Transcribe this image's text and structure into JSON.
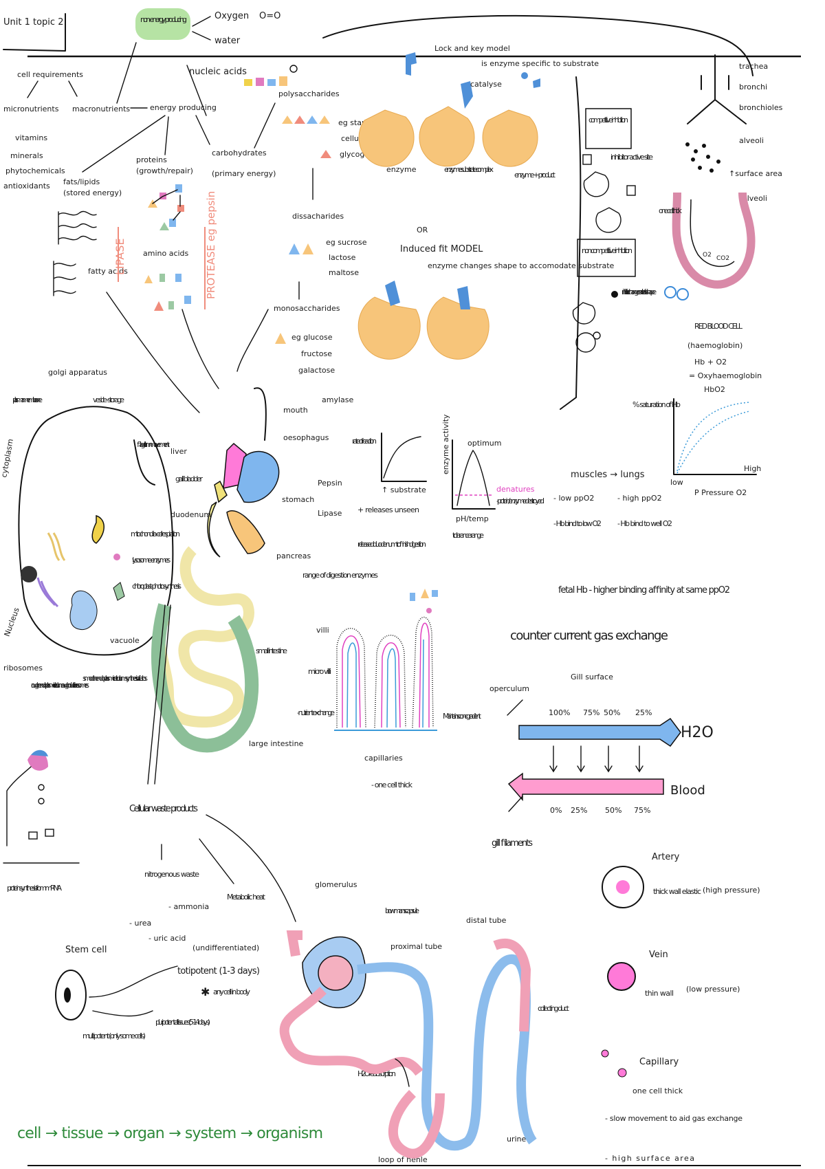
{
  "header": {
    "unit_title": "Unit 1 topic 2",
    "non_energy": "non-energy producing",
    "oxygen": "Oxygen",
    "oxygen_formula": "O=O",
    "water": "water",
    "nucleic_acids": "nucleic acids"
  },
  "nutrition": {
    "cell_requirements": "cell requirements",
    "micronutrients": "micronutrients",
    "micro_list": [
      "vitamins",
      "minerals",
      "phytochemicals",
      "antioxidants"
    ],
    "macronutrients": "macronutrients",
    "energy_producing": "energy producing",
    "fats": "fats/lipids",
    "fats_note": "(stored energy)",
    "proteins": "proteins",
    "proteins_note": "(growth/repair)",
    "carbs": "carbohydrates",
    "carbs_note": "(primary energy)",
    "polysaccharides": "polysaccharides",
    "poly_examples": [
      "eg starch",
      "cellulose",
      "glycogen"
    ],
    "disaccharides": "dissacharides",
    "di_examples": [
      "eg sucrose",
      "lactose",
      "maltose"
    ],
    "monosaccharides": "monosaccharides",
    "mono_examples": [
      "eg glucose",
      "fructose",
      "galactose"
    ],
    "fatty_acids": "fatty acids",
    "amino_acids": "amino acids",
    "lipase": "LIPASE",
    "protease": "PROTEASE eg pepsin"
  },
  "enzymes": {
    "lock_key": "Lock and key model",
    "lock_key_note": "is enzyme specific to substrate",
    "catalyse": "catalyse",
    "labels": [
      "enzyme",
      "enzyme substrate complex",
      "enzyme + product"
    ],
    "or": "OR",
    "induced_fit": "Induced fit MODEL",
    "induced_note": "enzyme changes shape to accomodate substrate",
    "competitive": "competitive inhibition",
    "comp_note": "inhibitor active site",
    "non_competitive": "non competitive inhibition",
    "noncomp_note": "inhibitor changes active site shape"
  },
  "respiratory": {
    "labels": [
      "trachea",
      "bronchi",
      "bronchioles",
      "alveoli",
      "↑surface area",
      "alveoli"
    ],
    "one_cell": "one cell thick",
    "rbc": "RED BLOOD CELL",
    "haemoglobin": "(haemoglobin)",
    "hb_o2": "Hb + O2",
    "oxy": "= Oxyhaemoglobin",
    "hbo2": "HbO2",
    "sat_axis": "% saturation of Hb",
    "low": "low",
    "high": "High",
    "pressure": "P Pressure O2"
  },
  "cell": {
    "golgi": "golgi apparatus",
    "plasma": "plasma membrane",
    "vesicle": "vesicle - storage",
    "cytoplasm": "cytoplasm",
    "flagellum": "flagellum - movement",
    "mitochondria": "mitochondria - cell respiration",
    "lysosome": "lysosome - enzymes",
    "chloroplast": "chloroplast - photosynthesis",
    "vacuole": "vacuole",
    "nucleus": "Nucleus",
    "ribosomes": "ribosomes",
    "rough_er": "rough endoplasmic reticulum - rough due to ribosomes",
    "smooth_er": "smooth endoplasmic reticulum - synthesis of carbs",
    "protein_synth": "protein synthesis from mRNA"
  },
  "digestion": {
    "mouth": "mouth",
    "amylase": "amylase",
    "oesophagus": "oesophagus",
    "liver": "liver",
    "gall_bladder": "gall bladder",
    "stomach": "stomach",
    "stomach_enz": [
      "Pepsin",
      "Lipase"
    ],
    "duodenum": "duodenum",
    "pancreas": "pancreas",
    "pancreas_note": "range of digestion enzymes",
    "small_int": "small intestine",
    "large_int": "large intestine",
    "released": "released duodenum to finish digestion"
  },
  "rate_graphs": {
    "rate_axis": "rate of reaction",
    "substrate": "↑ substrate",
    "rate_note": "+ releases unseen",
    "activity_axis": "enzyme activity",
    "optimum": "optimum",
    "denatures": "denatures",
    "denatures_note": "- protein/enzyme destroyed",
    "ph_temp": "pH/temp",
    "tolerance": "tolerance range"
  },
  "transport": {
    "muscles": "muscles → lungs",
    "left": [
      "- low ppO2",
      "- Hb bind to low O2"
    ],
    "right": [
      "- high ppO2",
      "- Hb bind to well O2"
    ],
    "fetal": "fetal Hb - higher binding affinity at same ppO2"
  },
  "villi": {
    "villi": "villi",
    "micro": "micro villi",
    "nutrient": "- nutrient exchange",
    "capillaries": "capillaries",
    "one_cell": "- one cell thick",
    "maintains": "Maintains conc gradient"
  },
  "gas_exchange": {
    "title": "counter current gas exchange",
    "gill_surface": "Gill surface",
    "operculum": "operculum",
    "water_pct": [
      "100%",
      "75%",
      "50%",
      "25%"
    ],
    "blood_pct": [
      "0%",
      "25%",
      "50%",
      "75%"
    ],
    "h2o": "H2O",
    "blood": "Blood",
    "gill_filaments": "gill filaments"
  },
  "vessels": {
    "artery": "Artery",
    "artery_note": "thick wall elastic",
    "artery_pressure": "(high pressure)",
    "vein": "Vein",
    "vein_note": "thin wall",
    "vein_pressure": "(low pressure)",
    "capillary": "Capillary",
    "cap_notes": [
      "one cell thick",
      "- slow movement to aid gas exchange",
      "- high surface area"
    ]
  },
  "waste": {
    "cellular": "Cellular waste products",
    "nitrogenous": "nitrogenous waste",
    "ammonia": "- ammonia",
    "urea": "- urea",
    "uric": "- uric acid",
    "metabolic": "Metabolic heat"
  },
  "stem": {
    "stem_cell": "Stem cell",
    "undiff": "(undifferentiated)",
    "totipotent": "totipotent (1-3 days)",
    "any_cell": "any cell in body",
    "pluripotent": "pluripotent all tissues (5-14 days)",
    "multipotent": "multipotent (only some cells)"
  },
  "kidney": {
    "glomerulus": "glomerulus",
    "bowmans": "bowmans capsule",
    "proximal": "proximal tube",
    "distal": "distal tube",
    "collecting": "collecting duct",
    "h2o_abs": "H2O reabsorption",
    "loop": "loop of henle",
    "urine": "urine"
  },
  "footer": {
    "hierarchy": "cell → tissue → organ → system → organism"
  },
  "colors": {
    "orange": "#f7c57a",
    "pink": "#ff7ad8",
    "blue": "#7fb6ee",
    "green": "#9cc9a3",
    "highlight": "#b6e3a4",
    "salmon": "#f08c7c"
  }
}
